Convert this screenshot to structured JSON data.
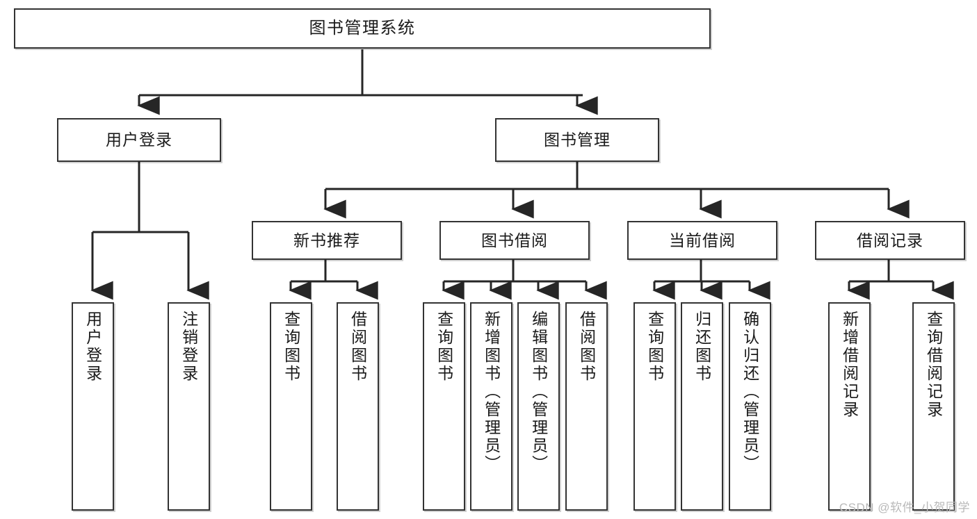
{
  "diagram": {
    "title": "图书管理系统",
    "type": "tree",
    "watermark": "CSDN @软件_小贺同学",
    "colors": {
      "box_border": "#333333",
      "box_fill": "#ffffff",
      "connector": "#262626",
      "text": "#1a1a1a",
      "watermark": "#b9b9b9",
      "background": "#ffffff"
    },
    "nodes": {
      "root": {
        "label": "图书管理系统",
        "level": 0
      },
      "user_login": {
        "label": "用户登录",
        "level": 1
      },
      "book_mgmt": {
        "label": "图书管理",
        "level": 1
      },
      "new_book_rec": {
        "label": "新书推荐",
        "level": 2
      },
      "book_borrow": {
        "label": "图书借阅",
        "level": 2
      },
      "current_borrow": {
        "label": "当前借阅",
        "level": 2
      },
      "borrow_record": {
        "label": "借阅记录",
        "level": 2
      },
      "leaf_user_login": {
        "label": "用户登录",
        "level": 2
      },
      "leaf_logout": {
        "label": "注销登录",
        "level": 2
      },
      "leaf_query_book_1": {
        "label": "查询图书",
        "level": 3
      },
      "leaf_borrow_book_1": {
        "label": "借阅图书",
        "level": 3
      },
      "leaf_query_book_2": {
        "label": "查询图书",
        "level": 3
      },
      "leaf_add_book": {
        "label": "新增图书（管理员）",
        "level": 3
      },
      "leaf_edit_book": {
        "label": "编辑图书（管理员）",
        "level": 3
      },
      "leaf_borrow_book_2": {
        "label": "借阅图书",
        "level": 3
      },
      "leaf_query_book_3": {
        "label": "查询图书",
        "level": 3
      },
      "leaf_return_book": {
        "label": "归还图书",
        "level": 3
      },
      "leaf_confirm_return": {
        "label": "确认归还（管理员）",
        "level": 3
      },
      "leaf_add_record": {
        "label": "新增借阅记录",
        "level": 3
      },
      "leaf_query_record": {
        "label": "查询借阅记录",
        "level": 3
      }
    },
    "edges": [
      {
        "from": "root",
        "to": "user_login"
      },
      {
        "from": "root",
        "to": "book_mgmt"
      },
      {
        "from": "user_login",
        "to": "leaf_user_login"
      },
      {
        "from": "user_login",
        "to": "leaf_logout"
      },
      {
        "from": "book_mgmt",
        "to": "new_book_rec"
      },
      {
        "from": "book_mgmt",
        "to": "book_borrow"
      },
      {
        "from": "book_mgmt",
        "to": "current_borrow"
      },
      {
        "from": "book_mgmt",
        "to": "borrow_record"
      },
      {
        "from": "new_book_rec",
        "to": "leaf_query_book_1"
      },
      {
        "from": "new_book_rec",
        "to": "leaf_borrow_book_1"
      },
      {
        "from": "book_borrow",
        "to": "leaf_query_book_2"
      },
      {
        "from": "book_borrow",
        "to": "leaf_add_book"
      },
      {
        "from": "book_borrow",
        "to": "leaf_edit_book"
      },
      {
        "from": "book_borrow",
        "to": "leaf_borrow_book_2"
      },
      {
        "from": "current_borrow",
        "to": "leaf_query_book_3"
      },
      {
        "from": "current_borrow",
        "to": "leaf_return_book"
      },
      {
        "from": "current_borrow",
        "to": "leaf_confirm_return"
      },
      {
        "from": "borrow_record",
        "to": "leaf_add_record"
      },
      {
        "from": "borrow_record",
        "to": "leaf_query_record"
      }
    ]
  }
}
